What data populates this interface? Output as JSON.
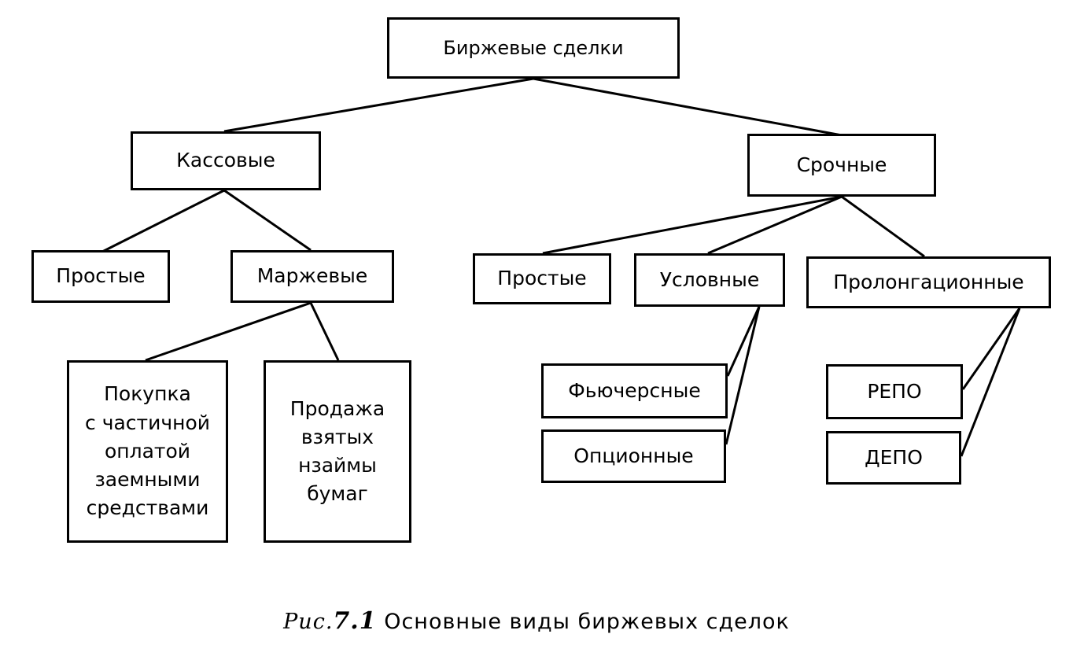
{
  "nodes": {
    "root": "Биржевые сделки",
    "cash": "Кассовые",
    "forward": "Срочные",
    "cash_simple": "Простые",
    "margin": "Маржевые",
    "margin_buy": "Покупка\nс частичной\nоплатой\nзаемными\nсредствами",
    "margin_sell": "Продажа\nвзятых\nнзаймы\nбумаг",
    "forward_simple": "Простые",
    "conditional": "Условные",
    "prolongation": "Пролонгационные",
    "futures": "Фьючерсные",
    "options": "Опционные",
    "repo": "РЕПО",
    "depo": "ДЕПО"
  },
  "caption": {
    "prefix": "Рис.",
    "number": "7.1",
    "text": "Основные виды биржевых сделок"
  }
}
